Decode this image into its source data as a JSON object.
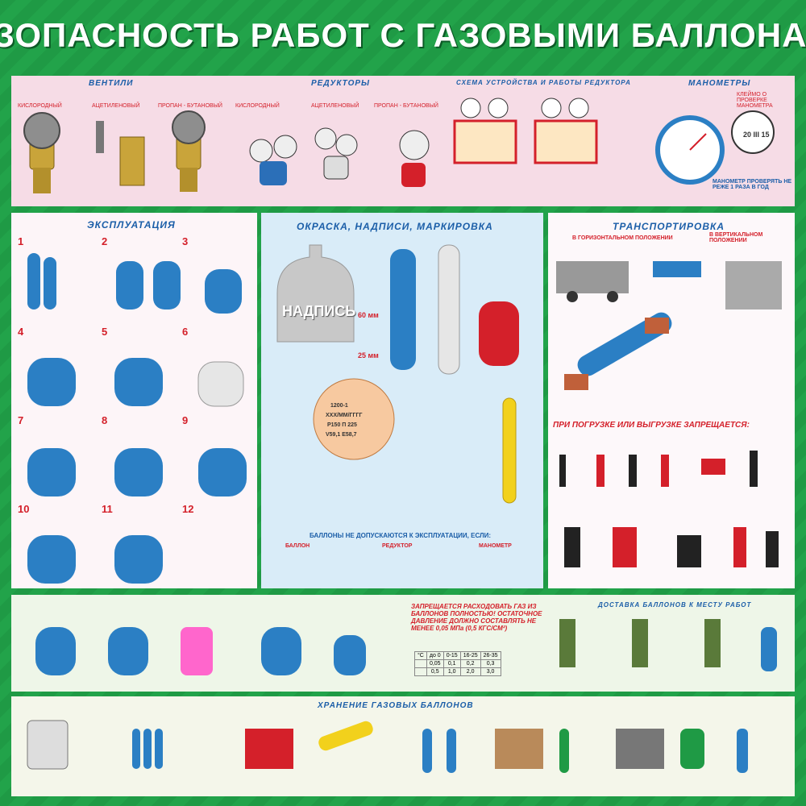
{
  "title": "БЕЗОПАСНОСТЬ РАБОТ С ГАЗОВЫМИ БАЛЛОНАМИ",
  "top": {
    "valves": {
      "title": "ВЕНТИЛИ",
      "labels": [
        "КИСЛОРОДНЫЙ",
        "АЦЕТИЛЕНОВЫЙ",
        "ПРОПАН - БУТАНОВЫЙ"
      ]
    },
    "reducers": {
      "title": "РЕДУКТОРЫ",
      "labels": [
        "КИСЛОРОДНЫЙ",
        "АЦЕТИЛЕНОВЫЙ",
        "ПРОПАН - БУТАНОВЫЙ"
      ]
    },
    "scheme": {
      "title": "СХЕМА УСТРОЙСТВА И РАБОТЫ РЕДУКТОРА"
    },
    "manometers": {
      "title": "МАНОМЕТРЫ",
      "stamp": "КЛЕЙМО О ПРОВЕРКЕ МАНОМЕТРА",
      "stamp_date": "20 III 15",
      "check": "МАНОМЕТР ПРОВЕРЯТЬ НЕ РЕЖЕ 1 РАЗА В ГОД"
    }
  },
  "exploitation": {
    "title": "ЭКСПЛУАТАЦИЯ",
    "steps": [
      "1",
      "2",
      "3",
      "4",
      "5",
      "6",
      "7",
      "8",
      "9",
      "10",
      "11",
      "12"
    ]
  },
  "painting": {
    "title": "ОКРАСКА, НАДПИСИ, МАРКИРОВКА",
    "inscription": "НАДПИСЬ",
    "dim1": "60 мм",
    "dim2": "25 мм",
    "stamp_lines": [
      "1200-1",
      "ХХХ/ММ/ГГГГ",
      "Р150 П 225",
      "V59,1 Е58,7"
    ],
    "warning": "БАЛЛОНЫ НЕ ДОПУСКАЮТСЯ К ЭКСПЛУАТАЦИИ, ЕСЛИ:",
    "warning_cols": [
      "БАЛЛОН",
      "РЕДУКТОР",
      "МАНОМЕТР"
    ]
  },
  "transport": {
    "title": "ТРАНСПОРТИРОВКА",
    "horizontal": "В ГОРИЗОНТАЛЬНОМ ПОЛОЖЕНИИ",
    "vertical": "В ВЕРТИКАЛЬНОМ ПОЛОЖЕНИИ",
    "forbidden": "ПРИ ПОГРУЗКЕ ИЛИ ВЫГРУЗКЕ ЗАПРЕЩАЕТСЯ:"
  },
  "middle": {
    "residual_title": "ЗАПРЕЩАЕТСЯ РАСХОДОВАТЬ ГАЗ ИЗ БАЛЛОНОВ ПОЛНОСТЬЮ! ОСТАТОЧНОЕ ДАВЛЕНИЕ ДОЛЖНО СОСТАВЛЯТЬ НЕ МЕНЕЕ 0,05 МПа (0,5 КГС/СМ²)",
    "table_header": [
      "°C",
      "до 0",
      "0-15",
      "16-25",
      "26-35"
    ],
    "table_rows": [
      [
        "",
        "0,05",
        "0,1",
        "0,2",
        "0,3"
      ],
      [
        "",
        "0,5",
        "1,0",
        "2,0",
        "3,0"
      ]
    ],
    "delivery_title": "ДОСТАВКА БАЛЛОНОВ К МЕСТУ РАБОТ"
  },
  "storage": {
    "title": "ХРАНЕНИЕ ГАЗОВЫХ БАЛЛОНОВ"
  },
  "colors": {
    "blue": "#2b7fc4",
    "red": "#d4202a",
    "green": "#1f9a45",
    "gray": "#c8c8c8",
    "yellow": "#f2d11c"
  }
}
